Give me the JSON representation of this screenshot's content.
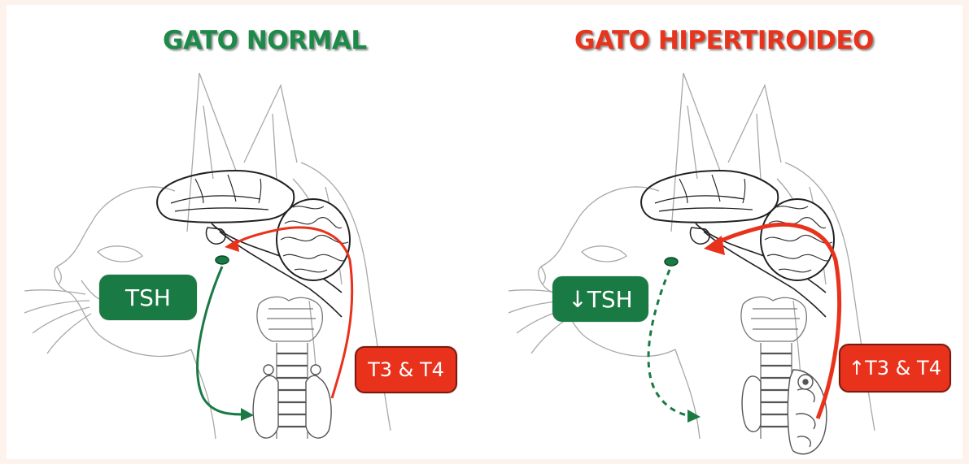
{
  "titles": {
    "normal": "GATO NORMAL",
    "hyper": "GATO  HIPERTIROIDEO"
  },
  "labels": {
    "normal_tsh": "TSH",
    "normal_t3t4": "T3 & T4",
    "hyper_tsh": "↓TSH",
    "hyper_t3t4": "↑T3 & T4"
  },
  "colors": {
    "green": "#1a7a44",
    "red": "#e8321c",
    "title_green": "#1d8a4a",
    "title_red": "#e8341c",
    "sketch": "#9a9a9a"
  }
}
